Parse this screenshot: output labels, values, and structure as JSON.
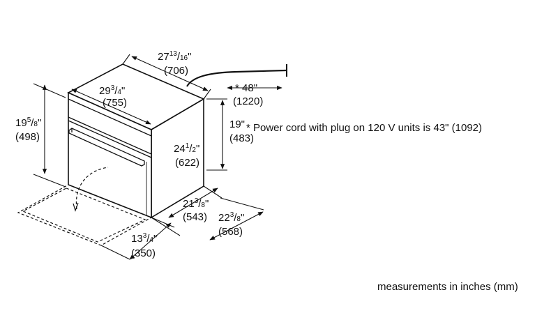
{
  "dimensions": {
    "top_depth": {
      "whole": "27",
      "num": "13",
      "den": "16",
      "mm": "(706)"
    },
    "top_width": {
      "whole": "29",
      "num": "3",
      "den": "4",
      "mm": "(755)"
    },
    "left_height": {
      "whole": "19",
      "num": "5",
      "den": "8",
      "mm": "(498)"
    },
    "right_height": {
      "label": "19\"",
      "mm": "(483)"
    },
    "inner_width": {
      "whole": "24",
      "num": "1",
      "den": "2",
      "mm": "(622)"
    },
    "cord": {
      "label": "* 48\"",
      "mm": "(1220)"
    },
    "depth_1": {
      "whole": "21",
      "num": "3",
      "den": "8",
      "mm": "(543)"
    },
    "depth_2": {
      "whole": "22",
      "num": "3",
      "den": "8",
      "mm": "(568)"
    },
    "door_clearance": {
      "whole": "13",
      "num": "3",
      "den": "4",
      "mm": "(350)"
    }
  },
  "notes": {
    "power_cord": "* Power cord with plug on 120 V units is 43\" (1092)",
    "units": "measurements in inches (mm)"
  }
}
